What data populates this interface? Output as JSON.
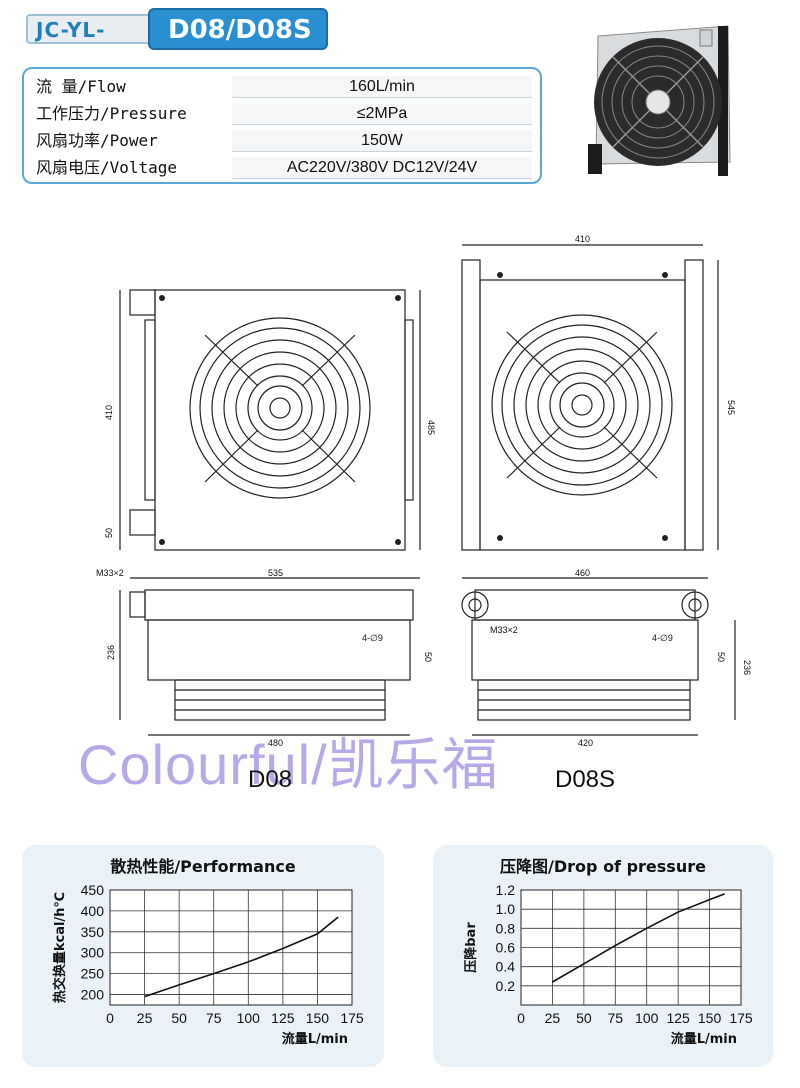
{
  "header": {
    "prefix": "JC-YL-",
    "model": "D08/D08S"
  },
  "specs": [
    {
      "label": "流    量/Flow",
      "value": "160L/min"
    },
    {
      "label": "工作压力/Pressure",
      "value": "≤2MPa"
    },
    {
      "label": "风扇功率/Power",
      "value": "150W"
    },
    {
      "label": "风扇电压/Voltage",
      "value": "AC220V/380V DC12V/24V"
    }
  ],
  "dims": {
    "front_d08": {
      "height": "410",
      "total": "485",
      "bottom": "50"
    },
    "front_d08s": {
      "width": "410",
      "total": "545"
    },
    "side_d08": {
      "thread": "M33×2",
      "width": "535",
      "depth": "236",
      "holes": "4-∅9",
      "hole_offset": "50",
      "base": "480"
    },
    "side_d08s": {
      "width": "460",
      "thread": "M33×2",
      "holes": "4-∅9",
      "hole_offset": "50",
      "depth": "236",
      "base": "420"
    }
  },
  "watermark": "Colourful/凯乐福",
  "models": {
    "left": "D08",
    "right": "D08S"
  },
  "chart_data": [
    {
      "type": "line",
      "title": "散热性能/Performance",
      "xlabel": "流量L/min",
      "ylabel": "热交换量kcal/h℃",
      "x_ticks": [
        "0",
        "25",
        "50",
        "75",
        "100",
        "125",
        "150",
        "175"
      ],
      "y_ticks": [
        "200",
        "250",
        "300",
        "350",
        "400",
        "450"
      ],
      "xlim": [
        0,
        175
      ],
      "ylim": [
        175,
        450
      ],
      "grid": true,
      "series": [
        {
          "x": [
            25,
            50,
            75,
            100,
            125,
            150,
            165
          ],
          "y": [
            195,
            223,
            250,
            278,
            310,
            345,
            385
          ]
        }
      ]
    },
    {
      "type": "line",
      "title": "压降图/Drop of pressure",
      "xlabel": "流量L/min",
      "ylabel": "压降bar",
      "x_ticks": [
        "0",
        "25",
        "50",
        "75",
        "100",
        "125",
        "150",
        "175"
      ],
      "y_ticks": [
        "0.2",
        "0.4",
        "0.6",
        "0.8",
        "1.0",
        "1.2"
      ],
      "xlim": [
        0,
        175
      ],
      "ylim": [
        0,
        1.2
      ],
      "grid": true,
      "series": [
        {
          "x": [
            25,
            50,
            75,
            100,
            125,
            150,
            162
          ],
          "y": [
            0.24,
            0.43,
            0.62,
            0.8,
            0.97,
            1.1,
            1.16
          ]
        }
      ]
    }
  ]
}
